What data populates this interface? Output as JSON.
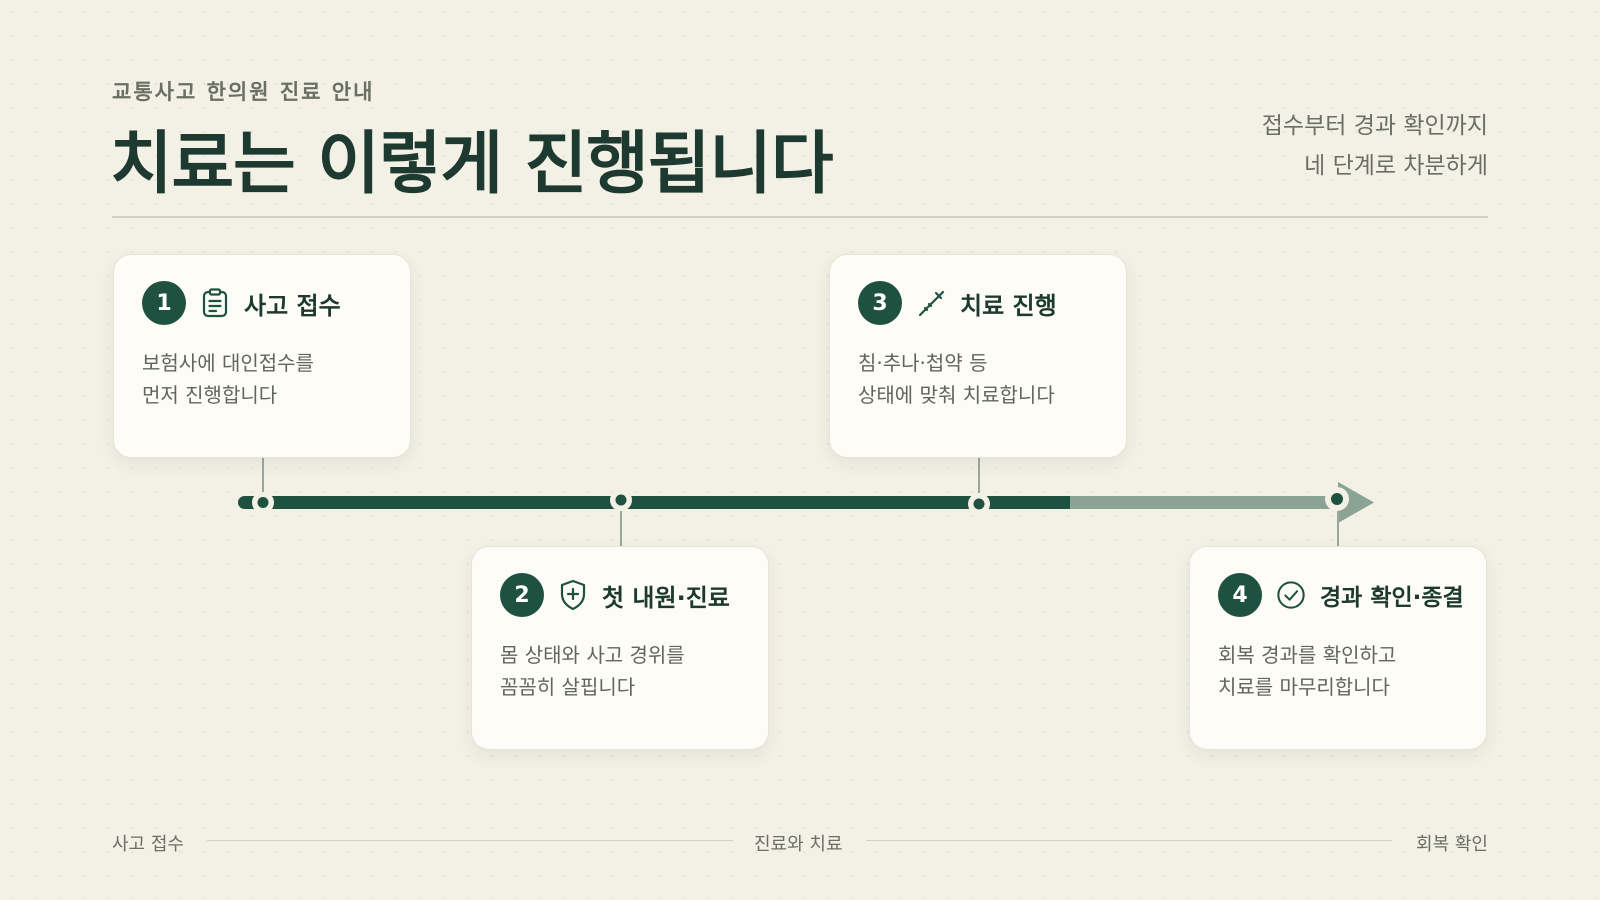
{
  "header": {
    "eyebrow": "교통사고 한의원 진료 안내",
    "title": "치료는 이렇게 진행됩니다",
    "subtitle_line1": "접수부터 경과 확인까지",
    "subtitle_line2": "네 단계로 차분하게"
  },
  "steps": [
    {
      "number": "1",
      "icon": "clipboard-icon",
      "title": "사고 접수",
      "desc_line1": "보험사에 대인접수를",
      "desc_line2": "먼저 진행합니다"
    },
    {
      "number": "2",
      "icon": "shield-plus-icon",
      "title": "첫 내원·진료",
      "desc_line1": "몸 상태와 사고 경위를",
      "desc_line2": "꼼꼼히 살핍니다"
    },
    {
      "number": "3",
      "icon": "needle-icon",
      "title": "치료 진행",
      "desc_line1": "침·추나·첩약 등",
      "desc_line2": "상태에 맞춰 치료합니다"
    },
    {
      "number": "4",
      "icon": "check-circle-icon",
      "title": "경과 확인·종결",
      "desc_line1": "회복 경과를 확인하고",
      "desc_line2": "치료를 마무리합니다"
    }
  ],
  "footer": {
    "left": "사고 접수",
    "center": "진료와 치료",
    "right": "회복 확인"
  },
  "colors": {
    "primary": "#1f5141",
    "muted": "#8aa395",
    "background": "#f3f0e6",
    "card": "#fdfcf7"
  }
}
